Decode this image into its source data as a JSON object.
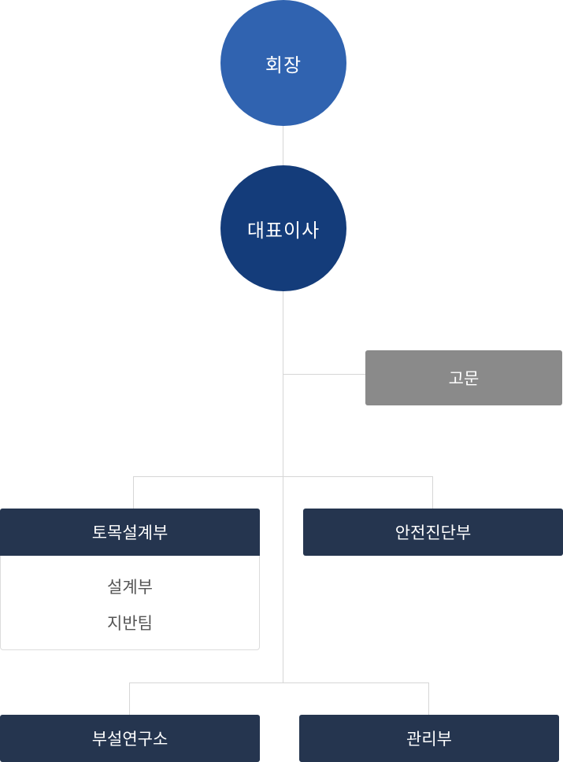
{
  "colors": {
    "chairman": "#3063b0",
    "ceo": "#143c7a",
    "advisor": "#8a8a8a",
    "department": "#25354f",
    "connector": "#d6d6d6"
  },
  "nodes": {
    "chairman": "회장",
    "ceo": "대표이사",
    "advisor": "고문",
    "civil_design": "토목설계부",
    "civil_design_teams": [
      "설계부",
      "지반팀"
    ],
    "safety_diagnosis": "안전진단부",
    "research_lab": "부설연구소",
    "administration": "관리부"
  }
}
